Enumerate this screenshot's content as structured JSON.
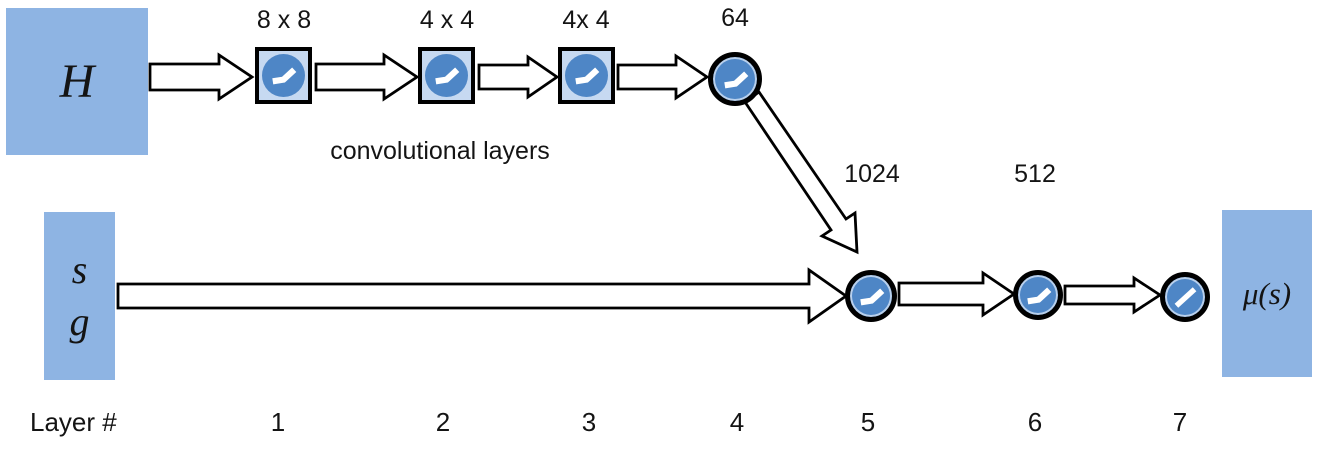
{
  "diagram": {
    "annotation": "convolutional layers",
    "input_top": "H",
    "input_bottom_line1": "s",
    "input_bottom_line2": "g",
    "output": "μ(s)",
    "node_labels": [
      "8 x 8",
      "4 x 4",
      "4x 4",
      "64",
      "1024",
      "512"
    ],
    "layer_axis_title": "Layer #",
    "layer_numbers": [
      "1",
      "2",
      "3",
      "4",
      "5",
      "6",
      "7"
    ],
    "icons": {
      "activation_hidden": "relu-icon",
      "activation_output": "linear-icon"
    },
    "colors": {
      "box_blue": "#8EB4E3",
      "square_fill": "#C6D9F1",
      "node_blue": "#4E86C6",
      "outline": "#000000"
    }
  }
}
